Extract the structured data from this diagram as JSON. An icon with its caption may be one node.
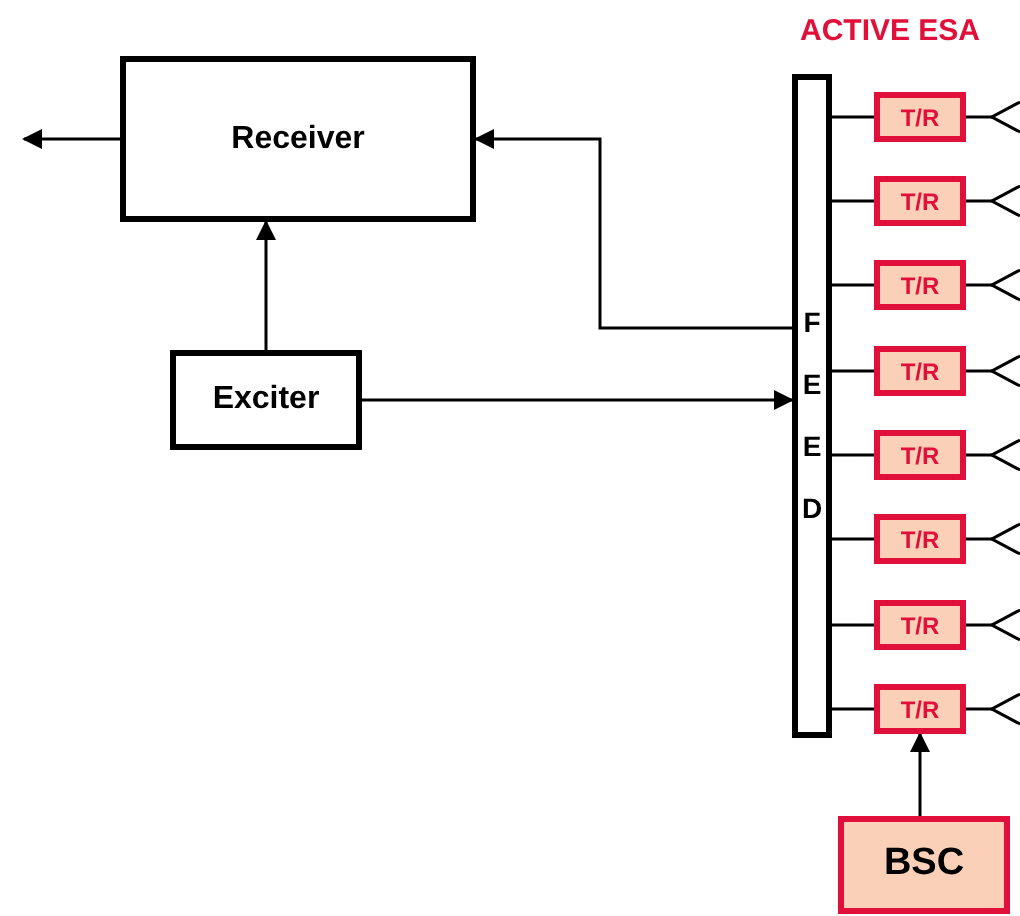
{
  "diagram": {
    "title": "ACTIVE ESA",
    "nodes": [
      {
        "text": [
          "Receiver"
        ]
      },
      {
        "text": [
          "Exciter"
        ]
      },
      {
        "text": [
          "FEED"
        ]
      },
      {
        "text": [
          "T/R"
        ]
      },
      {
        "text": [
          "T/R"
        ]
      },
      {
        "text": [
          "T/R"
        ]
      },
      {
        "text": [
          "T/R"
        ]
      },
      {
        "text": [
          "T/R"
        ]
      },
      {
        "text": [
          "T/R"
        ]
      },
      {
        "text": [
          "T/R"
        ]
      },
      {
        "text": [
          "T/R"
        ]
      },
      {
        "text": [
          "BSC"
        ]
      }
    ],
    "edges": [
      {
        "from": 0,
        "to": null,
        "arrow": "to"
      },
      {
        "from": 1,
        "to": 0,
        "arrow": "to"
      },
      {
        "from": 2,
        "to": 0,
        "arrow": "to"
      },
      {
        "from": 1,
        "to": 2,
        "arrow": "to"
      },
      {
        "from": 2,
        "to": 3,
        "arrow": "none"
      },
      {
        "from": 2,
        "to": 4,
        "arrow": "none"
      },
      {
        "from": 2,
        "to": 5,
        "arrow": "none"
      },
      {
        "from": 2,
        "to": 6,
        "arrow": "none"
      },
      {
        "from": 2,
        "to": 7,
        "arrow": "none"
      },
      {
        "from": 2,
        "to": 8,
        "arrow": "none"
      },
      {
        "from": 2,
        "to": 9,
        "arrow": "none"
      },
      {
        "from": 2,
        "to": 10,
        "arrow": "none"
      },
      {
        "from": 11,
        "to": 10,
        "arrow": "to"
      },
      {
        "from": 3,
        "to": null,
        "arrow": "other"
      },
      {
        "from": 4,
        "to": null,
        "arrow": "other"
      },
      {
        "from": 5,
        "to": null,
        "arrow": "other"
      },
      {
        "from": 6,
        "to": null,
        "arrow": "other"
      },
      {
        "from": 7,
        "to": null,
        "arrow": "other"
      },
      {
        "from": 8,
        "to": null,
        "arrow": "other"
      },
      {
        "from": 9,
        "to": null,
        "arrow": "other"
      },
      {
        "from": 10,
        "to": null,
        "arrow": "other"
      }
    ]
  }
}
